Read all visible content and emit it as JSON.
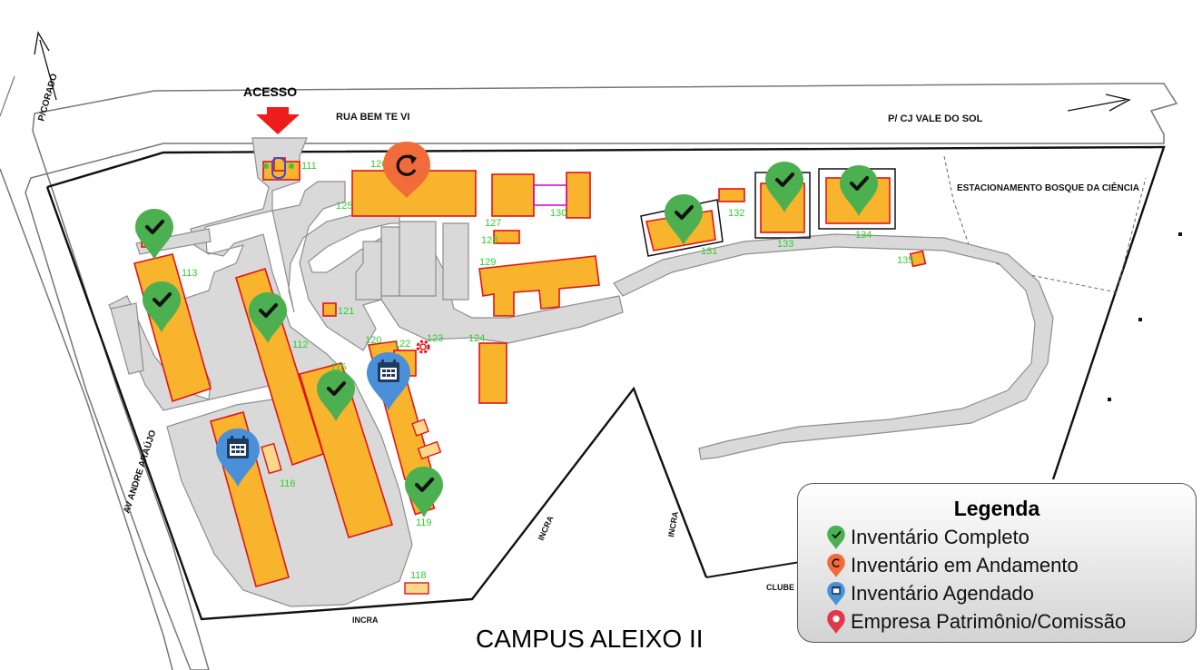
{
  "title": "CAMPUS ALEIXO II",
  "access_label": "ACESSO",
  "streets": {
    "north": "RUA BEM TE VI",
    "north_east": "P/ CJ VALE DO SOL",
    "north_west": "P/CORADO",
    "west": "AV ANDRE ARAÚJO",
    "south": "INCRA",
    "south_mid": "INCRA",
    "south_right": "INCRA",
    "club": "CLUBE",
    "parking": "ESTACIONAMENTO BOSQUE DA CIÊNCIA"
  },
  "buildings": {
    "b111": "111",
    "b112": "112",
    "b113": "113",
    "b114": "114",
    "b115": "115",
    "b116": "116",
    "b118": "118",
    "b119": "119",
    "b120": "120",
    "b121": "121",
    "b122": "122",
    "b123": "123",
    "b124": "124",
    "b125": "125",
    "b126": "126",
    "b127": "127",
    "b128": "128",
    "b129": "129",
    "b130": "130",
    "b131": "131",
    "b132": "132",
    "b133": "133",
    "b134": "134",
    "b135": "135"
  },
  "legend": {
    "title": "Legenda",
    "items": [
      {
        "label": "Inventário Completo",
        "color": "#4caf50",
        "icon": "check-marker-icon"
      },
      {
        "label": "Inventário em Andamento",
        "color": "#f26b3a",
        "icon": "refresh-marker-icon"
      },
      {
        "label": "Inventário Agendado",
        "color": "#4a90d9",
        "icon": "calendar-marker-icon"
      },
      {
        "label": "Empresa Patrimônio/Comissão",
        "color": "#e0394a",
        "icon": "location-marker-icon"
      }
    ]
  },
  "colors": {
    "building": "#f7b42c",
    "building_outline": "#e3121b",
    "road": "#d9d9d9",
    "number_label": "#2fcf2f"
  }
}
